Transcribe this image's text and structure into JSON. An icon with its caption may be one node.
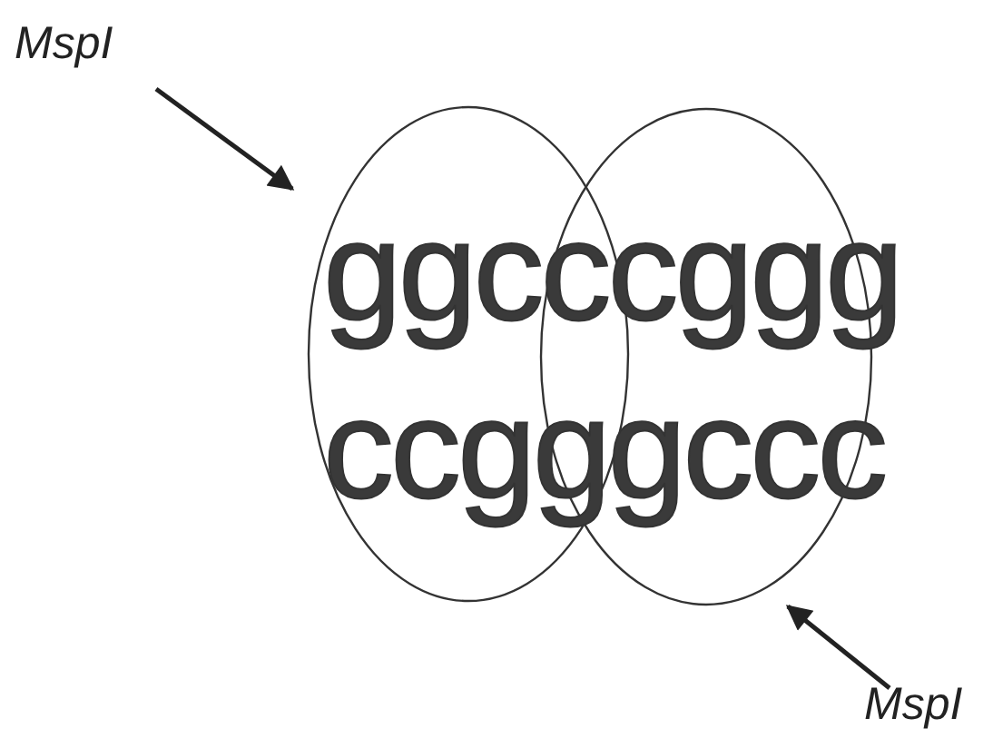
{
  "diagram": {
    "nodes": [
      {
        "text": [
          "MspI"
        ]
      },
      {
        "text": [],
        "shape": "ellipse"
      },
      {
        "text": [],
        "shape": "ellipse"
      },
      {
        "text": [
          "MspI"
        ]
      }
    ],
    "edges": [
      {
        "from": 0,
        "to": 1,
        "arrow": "to"
      },
      {
        "from": 3,
        "to": 2,
        "arrow": "to"
      }
    ],
    "labels": [
      "ggcccggg",
      "ccgggccc"
    ]
  }
}
